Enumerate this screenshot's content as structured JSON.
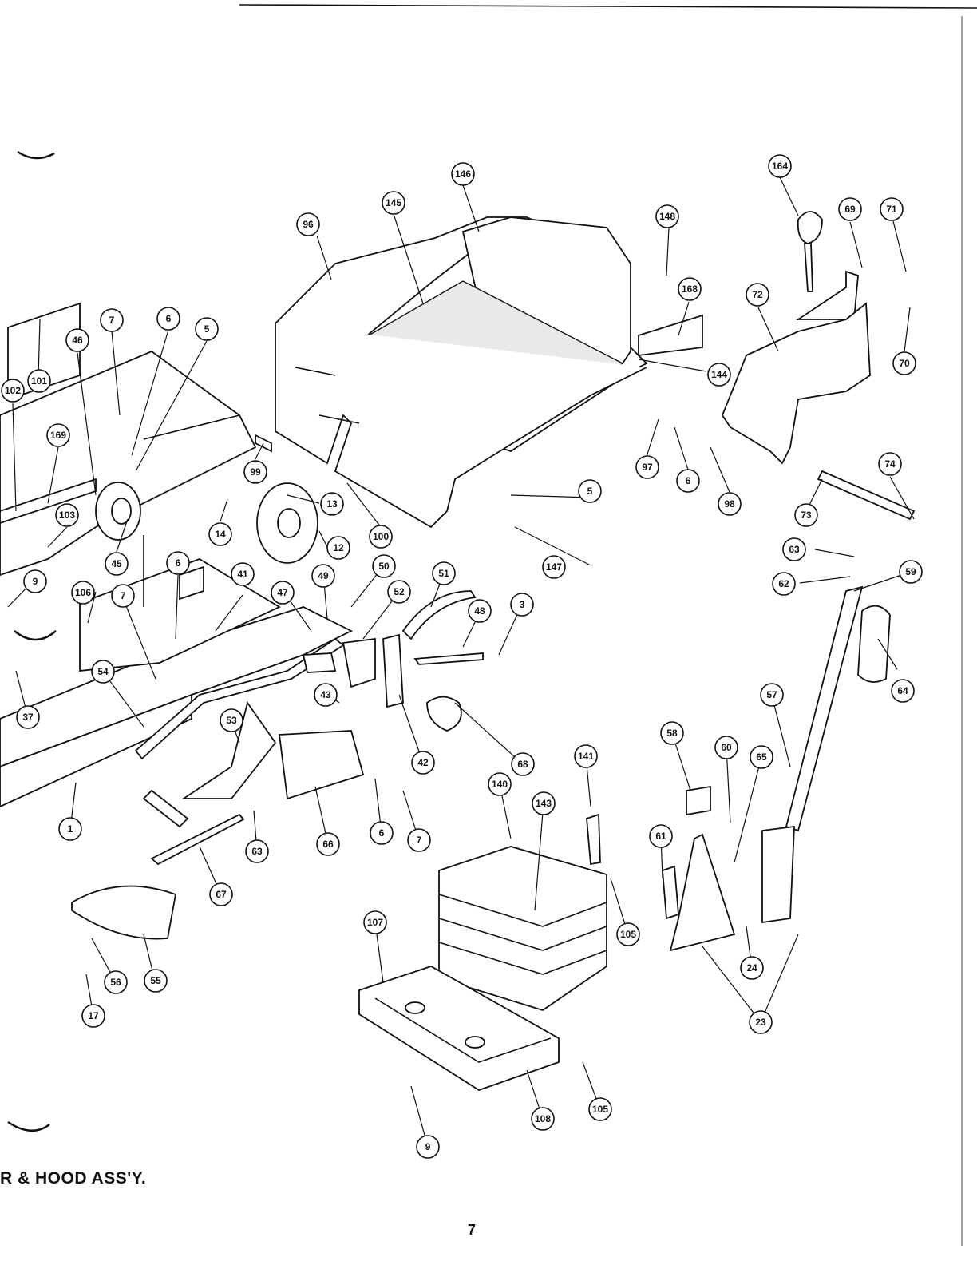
{
  "page": {
    "title": "R & HOOD ASS'Y.",
    "page_number": "7"
  },
  "callouts": [
    "146",
    "145",
    "96",
    "148",
    "168",
    "144",
    "164",
    "69",
    "71",
    "70",
    "72",
    "74",
    "73",
    "7",
    "6",
    "5",
    "46",
    "101",
    "102",
    "169",
    "103",
    "45",
    "99",
    "13",
    "14",
    "12",
    "100",
    "97",
    "6",
    "98",
    "5",
    "147",
    "63",
    "62",
    "59",
    "64",
    "57",
    "9",
    "106",
    "7",
    "6",
    "41",
    "47",
    "49",
    "50",
    "52",
    "51",
    "48",
    "3",
    "54",
    "37",
    "43",
    "42",
    "68",
    "53",
    "1",
    "63",
    "66",
    "6",
    "7",
    "67",
    "55",
    "56",
    "17",
    "141",
    "140",
    "143",
    "105",
    "107",
    "108",
    "105",
    "9",
    "58",
    "60",
    "65",
    "61",
    "24",
    "23"
  ]
}
